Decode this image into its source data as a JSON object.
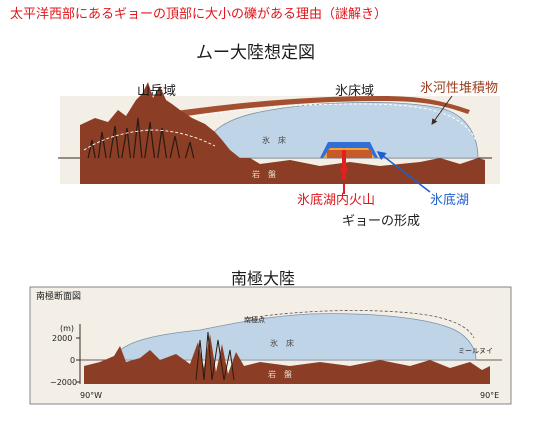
{
  "page_title": "太平洋西部にあるギョーの頂部に大小の礫がある理由（謎解き）",
  "mu_diagram": {
    "title": "ムー大陸想定図",
    "labels": {
      "mountain_zone": "山岳域",
      "ice_sheet_zone": "氷床域",
      "glacial_deposit": "氷河性堆積物",
      "ice_sheet": "氷　床",
      "bedrock": "岩　盤",
      "subglacial_volcano": "氷底湖内火山",
      "subglacial_lake": "氷底湖",
      "guyot_formation": "ギョーの形成"
    },
    "colors": {
      "bedrock": "#8b3e25",
      "ice": "#bfd4e6",
      "lake": "#2f6fd6",
      "volcano": "#e51f1f",
      "red_label": "#e0151b",
      "brown_label": "#9a3d1c",
      "blue_label": "#1e5fcf"
    }
  },
  "antarctica_diagram": {
    "title": "南極大陸",
    "box_title": "南極断面図",
    "axis": {
      "unit": "(m)",
      "ticks": [
        "2000",
        "0",
        "−2000"
      ],
      "left": "90°W",
      "right": "90°E"
    },
    "labels": {
      "south_pole": "南極点",
      "ice_sheet": "氷　床",
      "bedrock": "岩　盤",
      "mirny": "ミールヌイ"
    }
  }
}
